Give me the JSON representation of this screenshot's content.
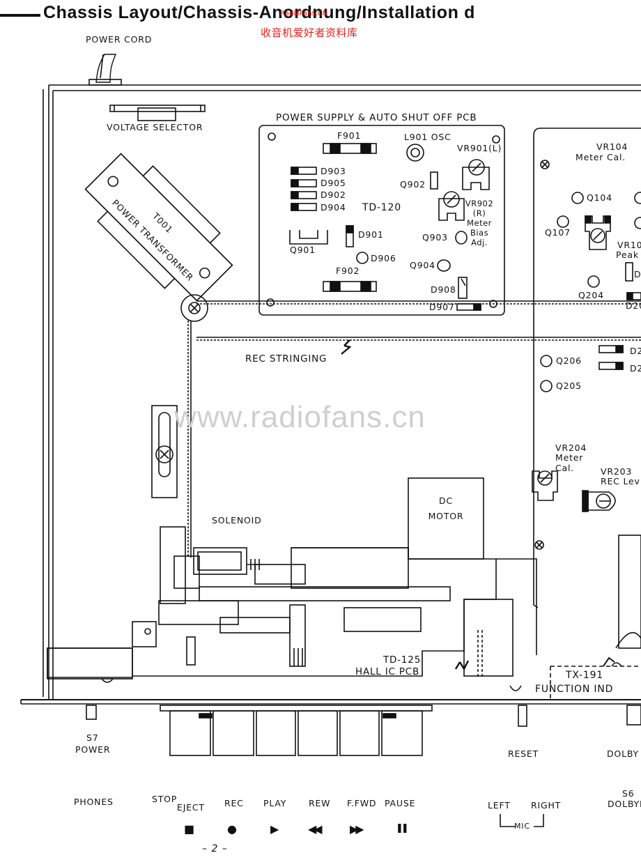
{
  "header": {
    "title": "Chassis Layout/Chassis-Anordnung/Installation d",
    "watermark_cn": "收音机爱好者资料库",
    "watermark_small": "RadioFans.CN",
    "watermark_big": "www.radiofans.cn"
  },
  "labels": {
    "power_cord": "POWER CORD",
    "voltage_selector": "VOLTAGE SELECTOR",
    "transformer_ref": "T001",
    "transformer_name": "POWER TRANSFORMER",
    "psu_pcb": "POWER SUPPLY & AUTO SHUT OFF PCB",
    "f901": "F901",
    "l901": "L901 OSC",
    "vr901": "VR901(L)",
    "d903": "D903",
    "d905": "D905",
    "d902": "D902",
    "d904": "D904",
    "q902": "Q902",
    "td120": "TD-120",
    "vr902_a": "VR902",
    "vr902_b": "(R)",
    "vr902_c": "Meter",
    "vr902_d": "Bias",
    "vr902_e": "Adj.",
    "d901": "D901",
    "q901": "Q901",
    "q903": "Q903",
    "d906": "D906",
    "f902": "F902",
    "q904": "Q904",
    "d908": "D908",
    "d907": "D907",
    "vr104_a": "VR104",
    "vr104_b": "Meter Cal.",
    "q104": "Q104",
    "q107": "Q107",
    "vr10x_a": "VR10",
    "vr10x_b": "Peak",
    "d_small": "D",
    "q204": "Q204",
    "d20": "D20",
    "rec_stringing": "REC STRINGING",
    "d2_a": "D2",
    "d2_b": "D2",
    "q206": "Q206",
    "q205": "Q205",
    "vr204_a": "VR204",
    "vr204_b": "Meter",
    "vr204_c": "Cal.",
    "vr203_a": "VR203",
    "vr203_b": "REC Lev",
    "solenoid": "SOLENOID",
    "dc_motor_a": "DC",
    "dc_motor_b": "MOTOR",
    "td125_a": "TD-125",
    "td125_b": "HALL IC PCB",
    "tx191": "TX-191",
    "function_ind": "FUNCTION IND",
    "s7_a": "S7",
    "s7_b": "POWER",
    "reset": "RESET",
    "dolby_a": "DOLBY I",
    "phones": "PHONES",
    "stop": "STOP",
    "eject": "EJECT",
    "rec": "REC",
    "play": "PLAY",
    "rew": "REW",
    "ffwd": "F.FWD",
    "pause": "PAUSE",
    "left": "LEFT",
    "right": "RIGHT",
    "mic": "MIC",
    "s6": "S6",
    "dolby_b": "DOLBYN",
    "page_no": "– 2 –"
  },
  "symbols": {
    "stop": "■",
    "rec": "●",
    "play": "▶",
    "rew": "◀◀",
    "ffwd": "▶▶",
    "pause": "❚❚"
  }
}
